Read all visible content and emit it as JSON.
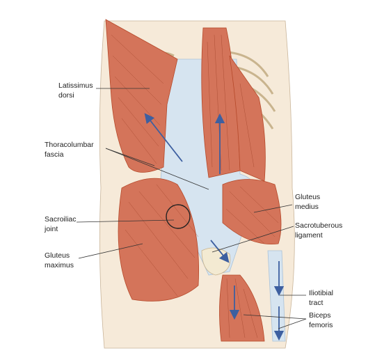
{
  "colors": {
    "muscle": "#d4745a",
    "muscle_dark": "#b5492a",
    "fascia": "#d6e4f0",
    "bone": "#f3ead2",
    "skin": "#f6ead9",
    "arrow": "#3d5fa0"
  },
  "labels": {
    "latissimus": [
      "Latissimus",
      "dorsi"
    ],
    "thoracolumbar": [
      "Thoracolumbar",
      "fascia"
    ],
    "sacroiliac": [
      "Sacroiliac",
      "joint"
    ],
    "gluteus_maximus": [
      "Gluteus",
      "maximus"
    ],
    "gluteus_medius": [
      "Gluteus",
      "medius"
    ],
    "sacrotuberous": [
      "Sacrotuberous",
      "ligament"
    ],
    "iliotibial": [
      "Iliotibial",
      "tract"
    ],
    "biceps": [
      "Biceps",
      "femoris"
    ]
  }
}
